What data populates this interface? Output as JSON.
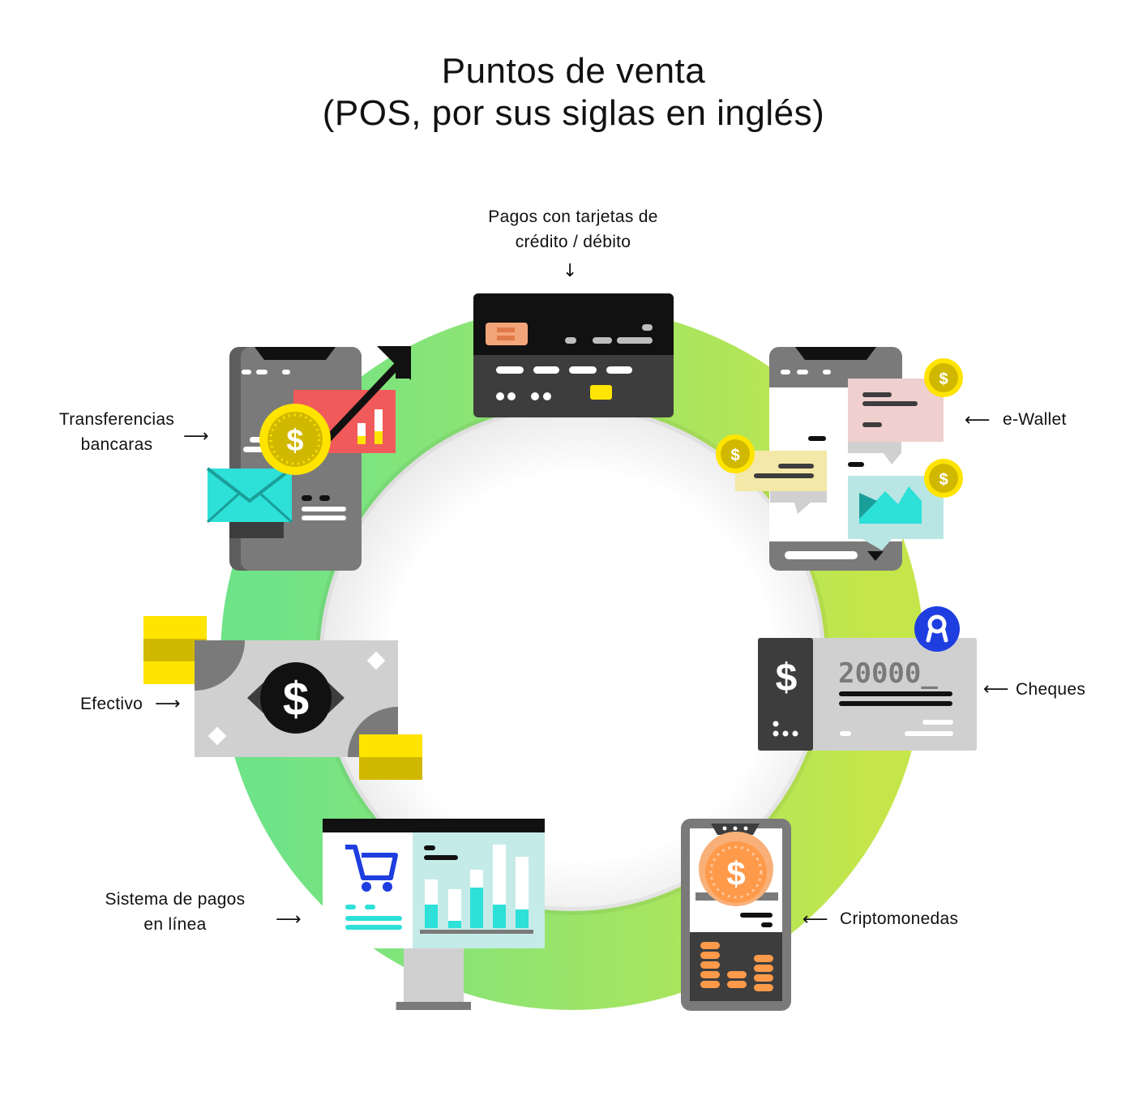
{
  "title": {
    "line1": "Puntos de venta",
    "line2": "(POS, por sus siglas en inglés)"
  },
  "labels": {
    "cards_line1": "Pagos con tarjetas de",
    "cards_line2": "crédito / débito",
    "transfers_line1": "Transferencias",
    "transfers_line2": "bancaras",
    "ewallet": "e-Wallet",
    "cash": "Efectivo",
    "cheques": "Cheques",
    "online_line1": "Sistema de pagos",
    "online_line2": "en línea",
    "crypto": "Criptomonedas"
  },
  "cheque": {
    "amount": "20000_"
  },
  "glyphs": {
    "dollar": "$"
  },
  "icons": [
    "credit-card-icon",
    "phone-transfer-icon",
    "envelope-icon",
    "growth-arrow-icon",
    "phone-wallet-icon",
    "coin-icon",
    "banknote-icon",
    "cheque-icon",
    "ribbon-badge-icon",
    "monitor-cart-icon",
    "cart-icon",
    "phone-crypto-icon",
    "coin-stack-icon"
  ],
  "colors": {
    "ring_left": "#6fe388",
    "ring_right": "#c5e64a",
    "dark": "#3d3d3d",
    "gray": "#7a7a7a",
    "light_gray": "#d0d0d0",
    "yellow": "#ffe400",
    "olive": "#d1b800",
    "teal": "#2de0d8",
    "red": "#f05a5a",
    "orange": "#ff9a4a",
    "blue": "#1f3ee0"
  }
}
